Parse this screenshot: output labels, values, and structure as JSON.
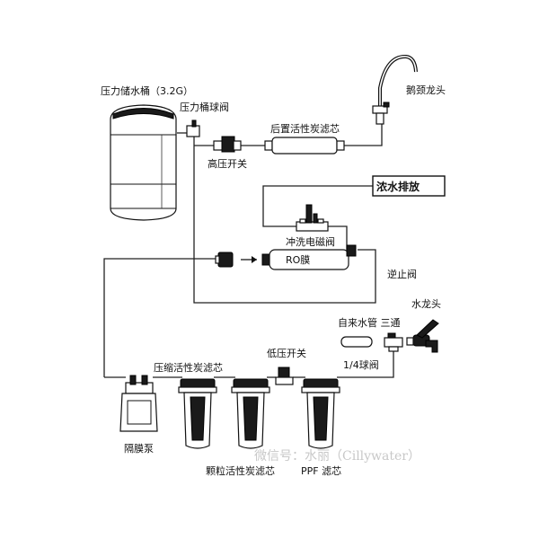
{
  "labels": {
    "storage_tank": "压力储水桶（3.2G）",
    "tank_ball_valve": "压力桶球阀",
    "gooseneck_faucet": "鹅颈龙头",
    "post_carbon_filter": "后置活性炭滤芯",
    "high_pressure_switch": "高压开关",
    "concentrate_drain": "浓水排放",
    "flush_solenoid": "冲洗电磁阀",
    "ro_membrane": "RO膜",
    "check_valve": "逆止阀",
    "tap": "水龙头",
    "tap_water_tee": "自来水管 三通",
    "low_pressure_switch": "低压开关",
    "compressed_carbon_filter": "压缩活性炭滤芯",
    "quarter_ball_valve": "1/4球阀",
    "diaphragm_pump": "隔膜泵",
    "granular_carbon_filter": "颗粒活性炭滤芯",
    "ppf_filter": "PPF 滤芯",
    "watermark": "微信号：水丽（Cillywater）"
  },
  "colors": {
    "line": "#222222",
    "component_dark": "#1a1a1a",
    "watermark": "#c8c8c8"
  }
}
